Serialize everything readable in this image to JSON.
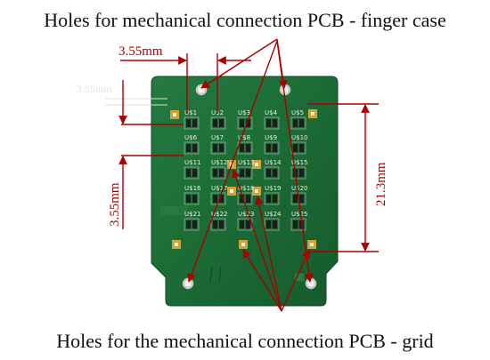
{
  "top_caption": "Holes for mechanical connection PCB - finger case",
  "bottom_caption": "Holes for the mechanical connection PCB - grid",
  "dimensions": {
    "horizontal_pitch": "3.55mm",
    "vertical_pitch": "3.55mm",
    "grid_height": "21.3mm",
    "faint_label": "3.55mm"
  },
  "silkscreen_labels": [
    "U$1",
    "U$2",
    "U$3",
    "U$4",
    "U$5",
    "U$6",
    "U$7",
    "U$8",
    "U$9",
    "U$10",
    "U$11",
    "U$12",
    "U$13",
    "U$14",
    "U$15",
    "U$16",
    "U$17",
    "U$18",
    "U$19",
    "U$20",
    "U$21",
    "U$22",
    "U$23",
    "U$24",
    "U$25"
  ],
  "colors": {
    "pcb": "#1c6a36",
    "annotation": "#aa0000",
    "pad": "#d2a233",
    "hole": "#f2f2f0"
  }
}
